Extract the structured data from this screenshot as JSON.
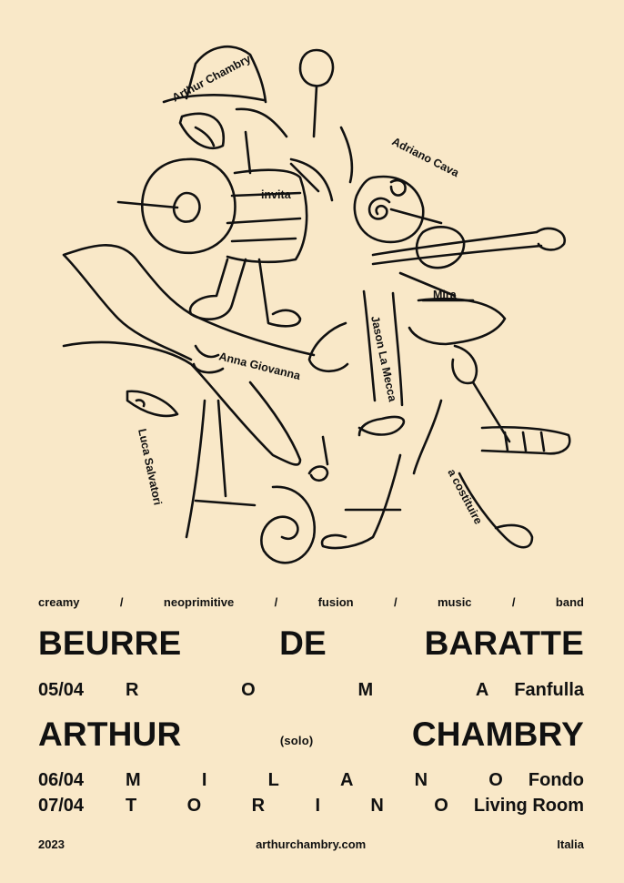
{
  "drawing": {
    "labels": {
      "arthur_chambry": "Arthur Chambry",
      "invita": "invita",
      "adriano_cava": "Adriano Cava",
      "mira": "Mira",
      "jason_la_mecca": "Jason La Mecca",
      "anna_giovanna": "Anna Giovanna",
      "luca_salvatori": "Luca Salvatori",
      "a_costituire": "a costituire"
    }
  },
  "tags": [
    "creamy",
    "/",
    "neoprimitive",
    "/",
    "fusion",
    "/",
    "music",
    "/",
    "band"
  ],
  "band": {
    "words": [
      "BEURRE",
      "DE",
      "BARATTE"
    ]
  },
  "show1": {
    "date": "05/04",
    "city_letters": [
      "R",
      "O",
      "M",
      "A"
    ],
    "venue": "Fanfulla"
  },
  "artist": {
    "first": "ARTHUR",
    "note": "(solo)",
    "last": "CHAMBRY"
  },
  "show2": {
    "date": "06/04",
    "city_letters": [
      "M",
      "I",
      "L",
      "A",
      "N",
      "O"
    ],
    "venue": "Fondo"
  },
  "show3": {
    "date": "07/04",
    "city_letters": [
      "T",
      "O",
      "R",
      "I",
      "N",
      "O"
    ],
    "venue": "Living Room"
  },
  "footer": {
    "year": "2023",
    "website": "arthurchambry.com",
    "country": "Italia"
  },
  "colors": {
    "background": "#f9e8c8",
    "ink": "#111111"
  }
}
